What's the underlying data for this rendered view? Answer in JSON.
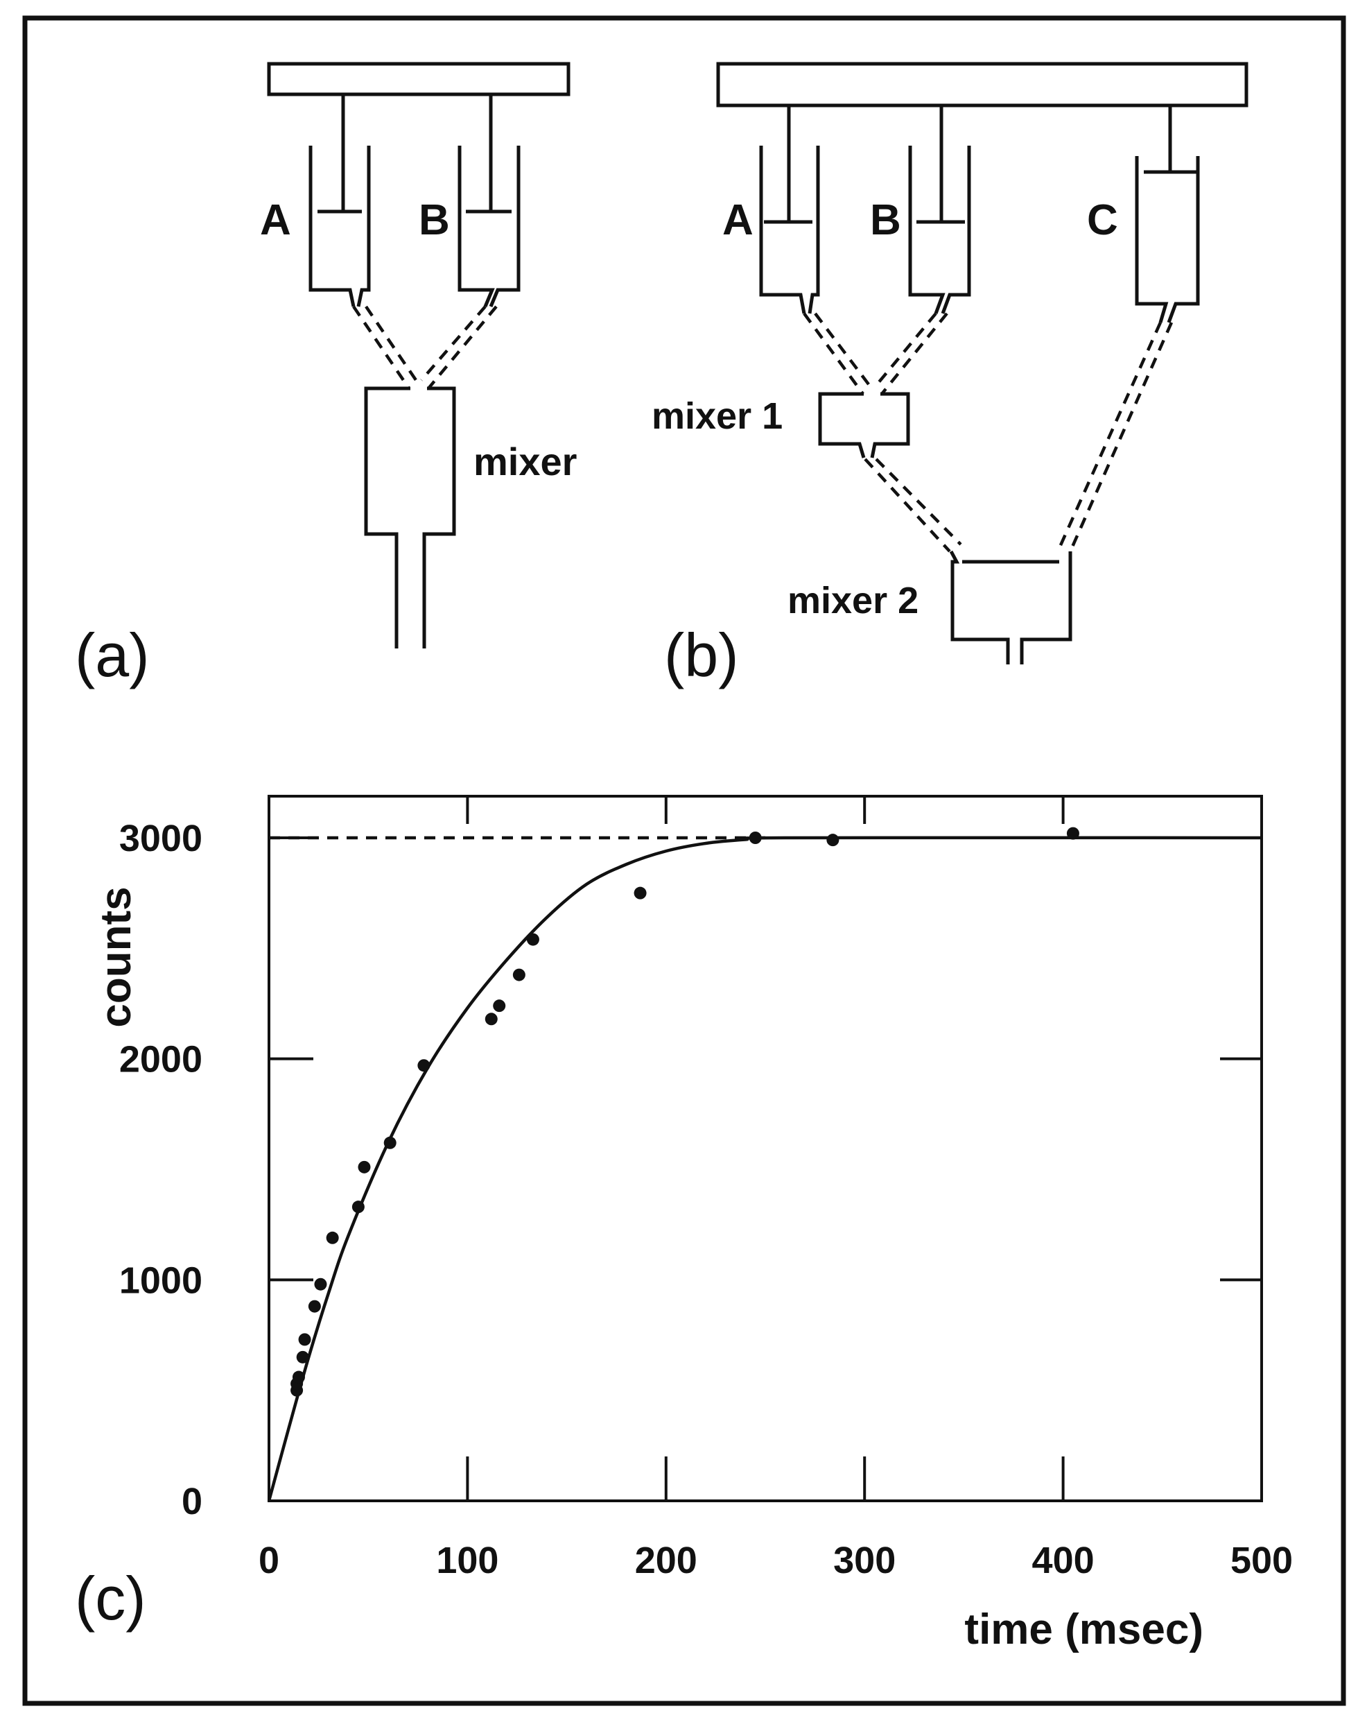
{
  "panel_a": {
    "label": "(a)",
    "syringe_a": "A",
    "syringe_b": "B",
    "mixer": "mixer"
  },
  "panel_b": {
    "label": "(b)",
    "syringe_a": "A",
    "syringe_b": "B",
    "syringe_c": "C",
    "mixer1": "mixer 1",
    "mixer2": "mixer 2"
  },
  "panel_c": {
    "label": "(c)"
  },
  "chart_data": {
    "type": "scatter",
    "title": "",
    "xlabel": "time (msec)",
    "ylabel": "counts",
    "xlim": [
      0,
      500
    ],
    "ylim": [
      0,
      3000
    ],
    "x_ticks": [
      "0",
      "100",
      "200",
      "300",
      "400",
      "500"
    ],
    "y_ticks": [
      "0",
      "1000",
      "2000",
      "3000"
    ],
    "grid": false,
    "asymptote": 3000,
    "series": [
      {
        "type": "scatter",
        "points": [
          [
            14,
            500
          ],
          [
            14,
            530
          ],
          [
            15,
            560
          ],
          [
            17,
            650
          ],
          [
            18,
            730
          ],
          [
            23,
            880
          ],
          [
            26,
            980
          ],
          [
            32,
            1190
          ],
          [
            45,
            1330
          ],
          [
            48,
            1510
          ],
          [
            61,
            1620
          ],
          [
            78,
            1970
          ],
          [
            112,
            2180
          ],
          [
            116,
            2240
          ],
          [
            126,
            2380
          ],
          [
            133,
            2540
          ],
          [
            187,
            2750
          ],
          [
            245,
            3000
          ],
          [
            284,
            2990
          ],
          [
            405,
            3020
          ]
        ]
      },
      {
        "type": "line",
        "points": [
          [
            0,
            0
          ],
          [
            10,
            330
          ],
          [
            20,
            650
          ],
          [
            30,
            940
          ],
          [
            40,
            1200
          ],
          [
            60,
            1620
          ],
          [
            80,
            1960
          ],
          [
            100,
            2230
          ],
          [
            120,
            2450
          ],
          [
            140,
            2640
          ],
          [
            160,
            2790
          ],
          [
            180,
            2880
          ],
          [
            200,
            2940
          ],
          [
            220,
            2975
          ],
          [
            240,
            2992
          ],
          [
            260,
            3000
          ],
          [
            500,
            3000
          ]
        ]
      }
    ]
  }
}
